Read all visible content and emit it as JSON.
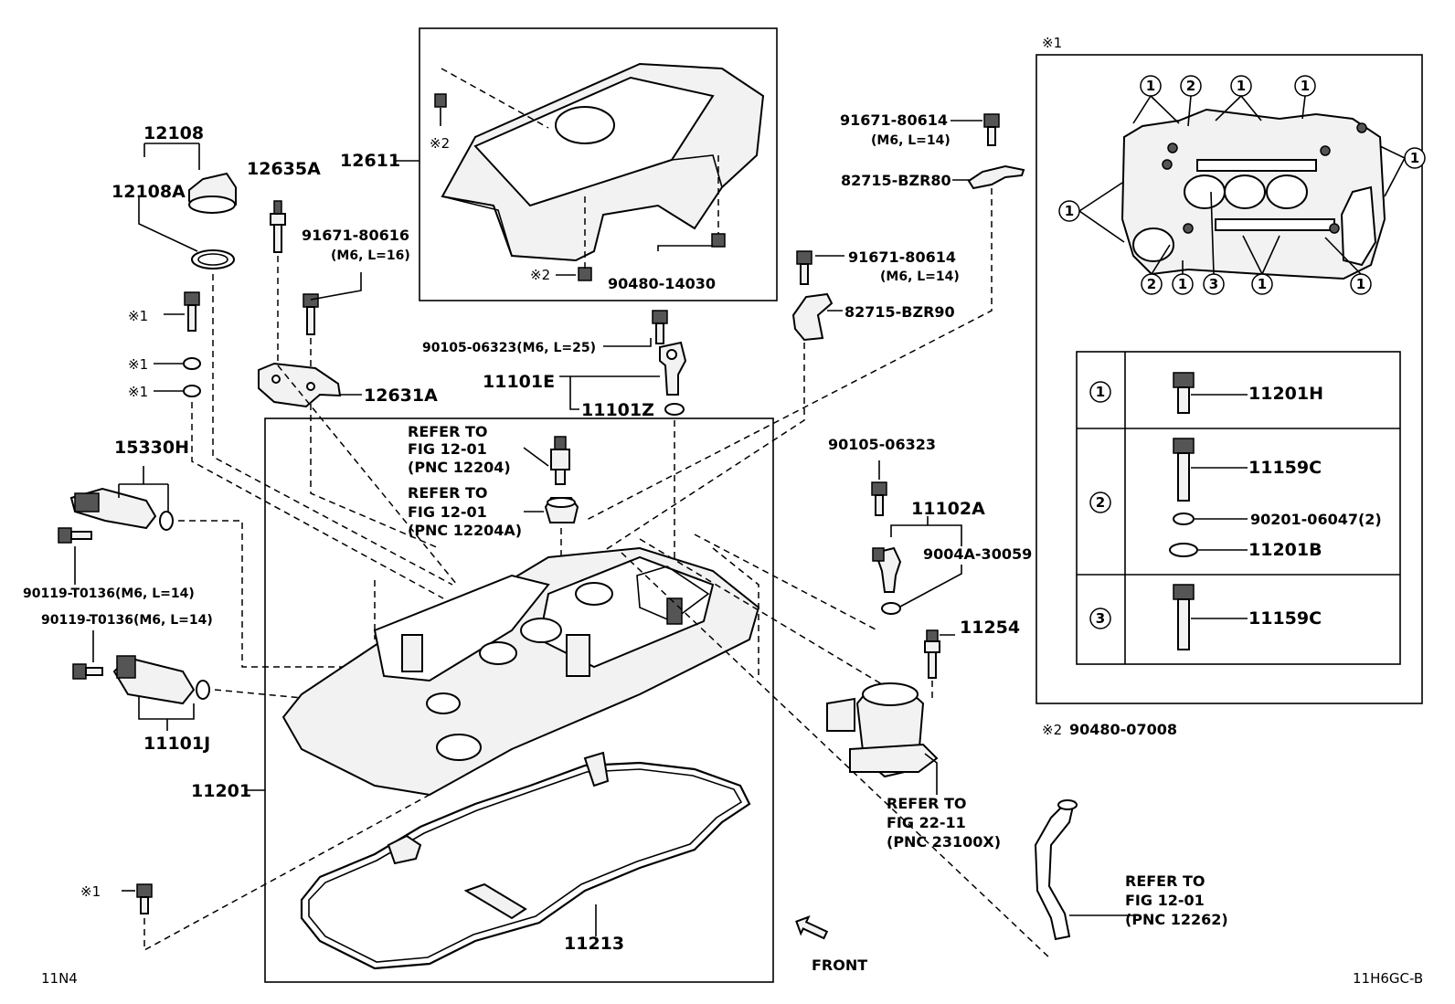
{
  "labels": {
    "l12108": "12108",
    "l12108A": "12108A",
    "l12635A": "12635A",
    "l12611": "12611",
    "l91671_80616": "91671-80616",
    "l91671_80616_spec": "(M6, L=16)",
    "l91671_80614a": "91671-80614",
    "l91671_80614a_spec": "(M6, L=14)",
    "l82715_BZR80": "82715-BZR80",
    "l91671_80614b": "91671-80614",
    "l91671_80614b_spec": "(M6, L=14)",
    "l82715_BZR90": "82715-BZR90",
    "l90480_14030": "90480-14030",
    "l90105_06323a": "90105-06323(M6, L=25)",
    "l11101E": "11101E",
    "l11101Z": "11101Z",
    "l12631A": "12631A",
    "l15330H": "15330H",
    "l90119a": "90119-T0136(M6, L=14)",
    "l90119b": "90119-T0136(M6, L=14)",
    "l11101J": "11101J",
    "l11201": "11201",
    "l11213": "11213",
    "l90105_06323b": "90105-06323",
    "l11102A": "11102A",
    "l9004A": "9004A-30059",
    "l11254": "11254",
    "ref1_a": "REFER TO",
    "ref1_b": "FIG 12-01",
    "ref1_c": "(PNC 12204)",
    "ref2_a": "REFER TO",
    "ref2_b": "FIG 12-01",
    "ref2_c": "(PNC 12204A)",
    "ref3_a": "REFER TO",
    "ref3_b": "FIG 22-11",
    "ref3_c": "(PNC 23100X)",
    "ref4_a": "REFER TO",
    "ref4_b": "FIG 12-01",
    "ref4_c": "(PNC 12262)",
    "front": "FRONT",
    "code_left": "11N4",
    "code_right": "11H6GC-B",
    "note1_a": "※1",
    "note1_b": "※1",
    "note1_c": "※1",
    "note1_d": "※1",
    "note2_a": "※2",
    "note2_b": "※2"
  },
  "inset": {
    "mark": "※1",
    "circle_labels": [
      "1",
      "2",
      "3"
    ],
    "table": [
      {
        "num": "1",
        "part": "11201H"
      },
      {
        "num": "2",
        "part": "11159C",
        "sub": [
          "90201-06047(2)",
          "11201B"
        ]
      },
      {
        "num": "3",
        "part": "11159C"
      }
    ]
  },
  "footnote": {
    "mark": "※2",
    "part": "90480-07008"
  }
}
